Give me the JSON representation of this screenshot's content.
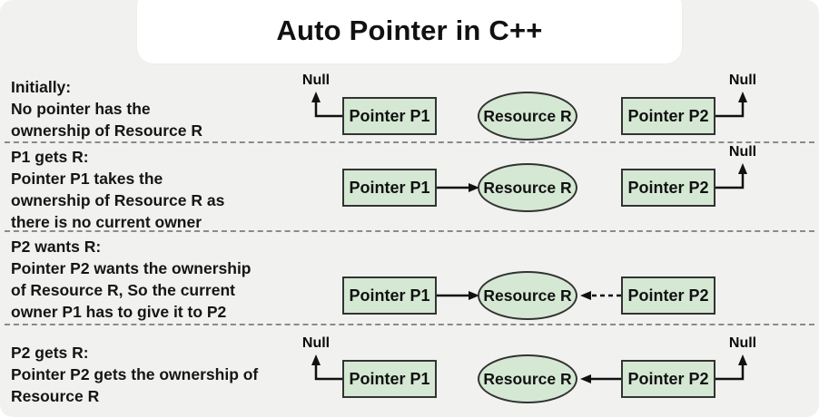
{
  "title": "Auto Pointer in C++",
  "labels": {
    "null": "Null",
    "pointer_p1": "Pointer P1",
    "pointer_p2": "Pointer P2",
    "resource": "Resource R"
  },
  "colors": {
    "canvas_bg": "#f1f1ef",
    "node_fill": "#d5e8d4",
    "node_border": "#333333",
    "arrow": "#111111",
    "separator": "#8a8a8a",
    "title_bg": "#ffffff"
  },
  "rows": [
    {
      "lines": [
        "Initially:",
        "No pointer has the",
        "ownership of Resource R"
      ],
      "p1_points_to": "Null",
      "p2_points_to": "Null"
    },
    {
      "lines": [
        "P1 gets R:",
        "Pointer P1 takes the",
        "ownership of Resource R as",
        "there is no current owner"
      ],
      "p1_points_to": "Resource R",
      "p2_points_to": "Null"
    },
    {
      "lines": [
        "P2 wants R:",
        "Pointer P2 wants the ownership",
        "of Resource R, So the current",
        "owner P1 has to give it to P2"
      ],
      "p1_points_to": "Resource R",
      "p2_points_to": "Resource R (dashed request)"
    },
    {
      "lines": [
        "P2 gets R:",
        "Pointer P2 gets the ownership of",
        "Resource R"
      ],
      "p1_points_to": "Null",
      "p2_points_to": "Resource R"
    }
  ]
}
